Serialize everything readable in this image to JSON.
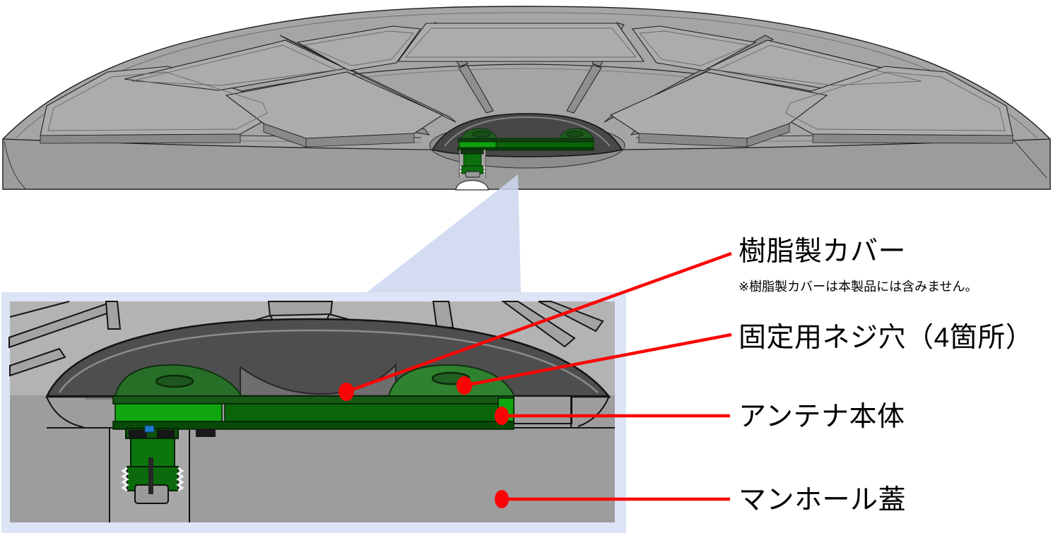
{
  "figure": {
    "type": "product-installation-diagram",
    "callouts": [
      {
        "id": "resin-cover",
        "label": "樹脂製カバー",
        "note": "※樹脂製カバーは本製品には含みません。"
      },
      {
        "id": "screw-holes",
        "label": "固定用ネジ穴（4箇所）"
      },
      {
        "id": "antenna-body",
        "label": "アンテナ本体"
      },
      {
        "id": "manhole-cover",
        "label": "マンホール蓋"
      }
    ],
    "colors": {
      "callout_red": "#fa0505",
      "panel_blue": "#dce4f5",
      "beam_blue": "#cbd6ee",
      "cover_gray": "#a5a5a5",
      "cut_face_gray": "#9c9c9c",
      "resin_cover_gray": "#4e4e4e",
      "antenna_green_bright": "#0fa60f",
      "antenna_green_dark": "#0a650a"
    }
  }
}
